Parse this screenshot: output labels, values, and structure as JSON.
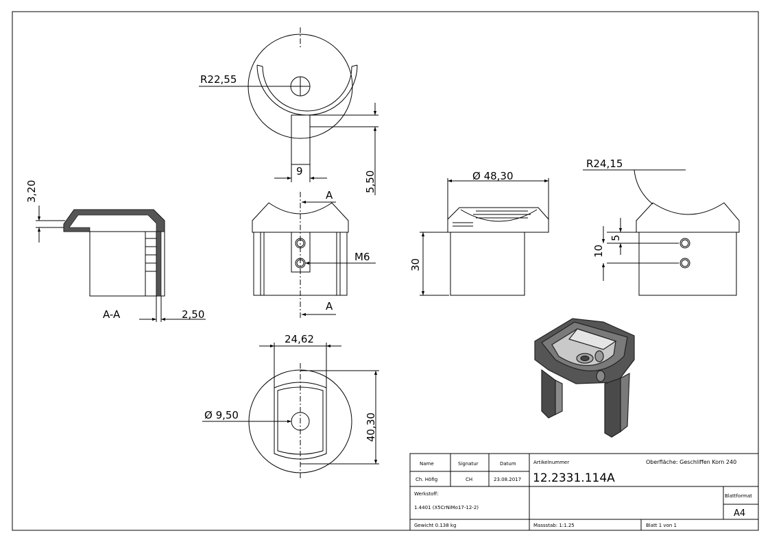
{
  "dims": {
    "r22": "R22,55",
    "w9": "9",
    "h550": "5,50",
    "h320": "3,20",
    "sec_a1": "A",
    "sec_a2": "A",
    "m6": "M6",
    "section_label": "A-A",
    "w250": "2,50",
    "d4830": "Ø 48,30",
    "r2415": "R24,15",
    "h30": "30",
    "h5": "5",
    "h10": "10",
    "w2462": "24,62",
    "d950": "Ø 9,50",
    "h4030": "40,30"
  },
  "title_block": {
    "name_h": "Name",
    "sign_h": "Signatur",
    "date_h": "Datum",
    "article_h": "Artikelnummer",
    "surface": "Oberfläche:  Geschliffen Korn 240",
    "name_v": "Ch. Höfig",
    "sign_v": "CH",
    "date_v": "23.08.2017",
    "article_v": "12.2331.114A",
    "material_h": "Werkstoff:",
    "material_v": "1.4401 (X5CrNiMo17-12-2)",
    "format_h": "Blattformat",
    "format_v": "A4",
    "weight": "Gewicht 0.138 kg",
    "scale": "Massstab: 1:1.25",
    "sheet": "Blatt 1 von 1"
  }
}
